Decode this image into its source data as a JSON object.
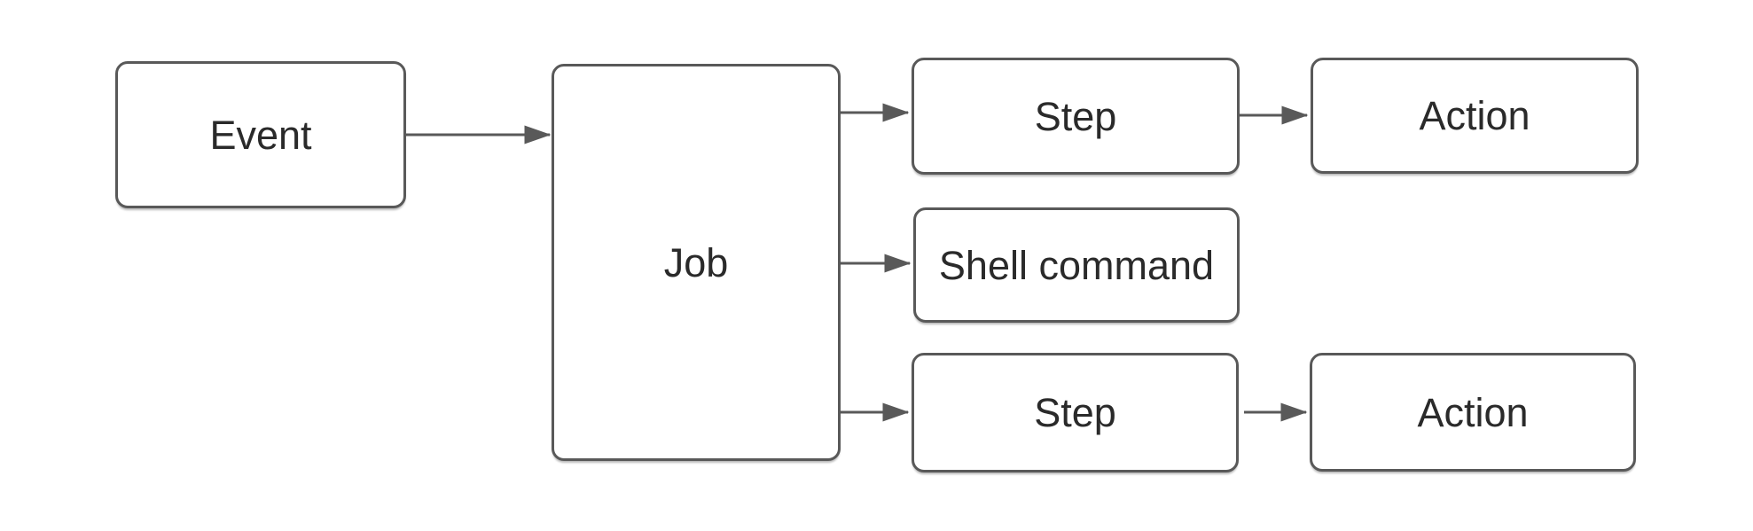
{
  "diagram": {
    "type": "flowchart",
    "nodes": [
      {
        "id": "event",
        "label": "Event"
      },
      {
        "id": "job",
        "label": "Job"
      },
      {
        "id": "step-top",
        "label": "Step"
      },
      {
        "id": "action-top",
        "label": "Action"
      },
      {
        "id": "shell-command",
        "label": "Shell command"
      },
      {
        "id": "step-bottom",
        "label": "Step"
      },
      {
        "id": "action-bottom",
        "label": "Action"
      }
    ],
    "edges": [
      {
        "from": "event",
        "to": "job"
      },
      {
        "from": "job",
        "to": "step-top"
      },
      {
        "from": "job",
        "to": "shell-command"
      },
      {
        "from": "job",
        "to": "step-bottom"
      },
      {
        "from": "step-top",
        "to": "action-top"
      },
      {
        "from": "step-bottom",
        "to": "action-bottom"
      }
    ],
    "colors": {
      "background": "#ffffff",
      "node_fill": "#ffffff",
      "node_border": "#595959",
      "text": "#2a2a2a",
      "arrow": "#595959"
    }
  }
}
